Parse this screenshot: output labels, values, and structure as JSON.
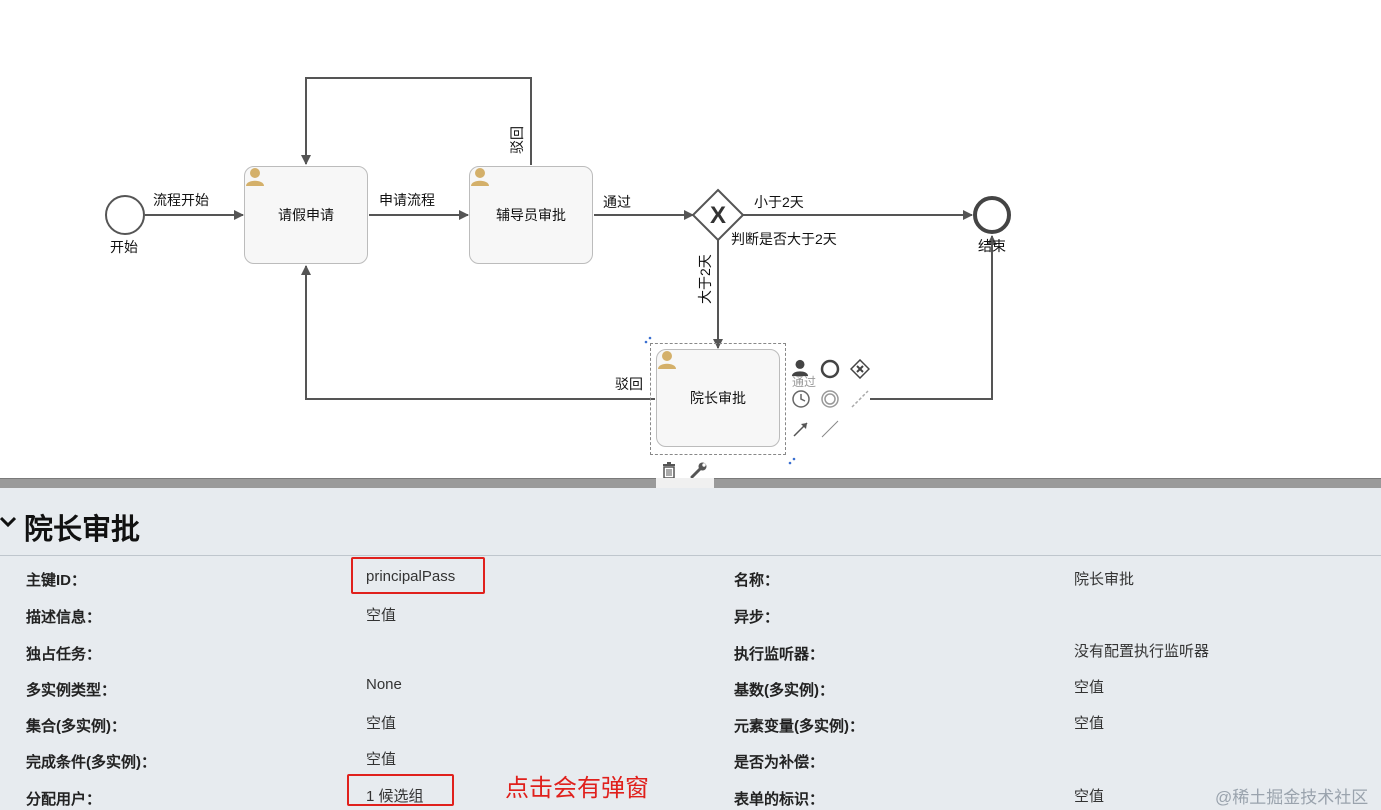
{
  "diagram": {
    "start_label": "开始",
    "end_label": "结束",
    "flow_start": "流程开始",
    "flow_apply": "申请流程",
    "flow_pass": "通过",
    "flow_reject_top": "驳回",
    "flow_reject_bottom": "驳回",
    "flow_less": "小于2天",
    "flow_more": "大于2天",
    "gateway_label": "判断是否大于2天",
    "palette_hint": "通过",
    "tasks": {
      "leave": "请假申请",
      "counselor": "辅导员审批",
      "principal": "院长审批"
    }
  },
  "properties": {
    "title": "院长审批",
    "rows": [
      {
        "l1": "主键ID：",
        "v1": "principalPass",
        "l2": "名称：",
        "v2": "院长审批"
      },
      {
        "l1": "描述信息：",
        "v1": "空值",
        "l2": "异步：",
        "v2": ""
      },
      {
        "l1": "独占任务：",
        "v1": "",
        "l2": "执行监听器：",
        "v2": "没有配置执行监听器"
      },
      {
        "l1": "多实例类型：",
        "v1": "None",
        "l2": "基数(多实例)：",
        "v2": "空值"
      },
      {
        "l1": "集合(多实例)：",
        "v1": "空值",
        "l2": "元素变量(多实例)：",
        "v2": "空值"
      },
      {
        "l1": "完成条件(多实例)：",
        "v1": "空值",
        "l2": "是否为补偿：",
        "v2": ""
      },
      {
        "l1": "分配用户：",
        "v1": "1 候选组",
        "l2": "表单的标识：",
        "v2": "空值"
      }
    ]
  },
  "annotation": "点击会有弹窗",
  "watermark": "@稀土掘金技术社区",
  "colors": {
    "accent_red": "#e0201c",
    "edge": "#555555",
    "user_icon": "#d4b06a"
  }
}
